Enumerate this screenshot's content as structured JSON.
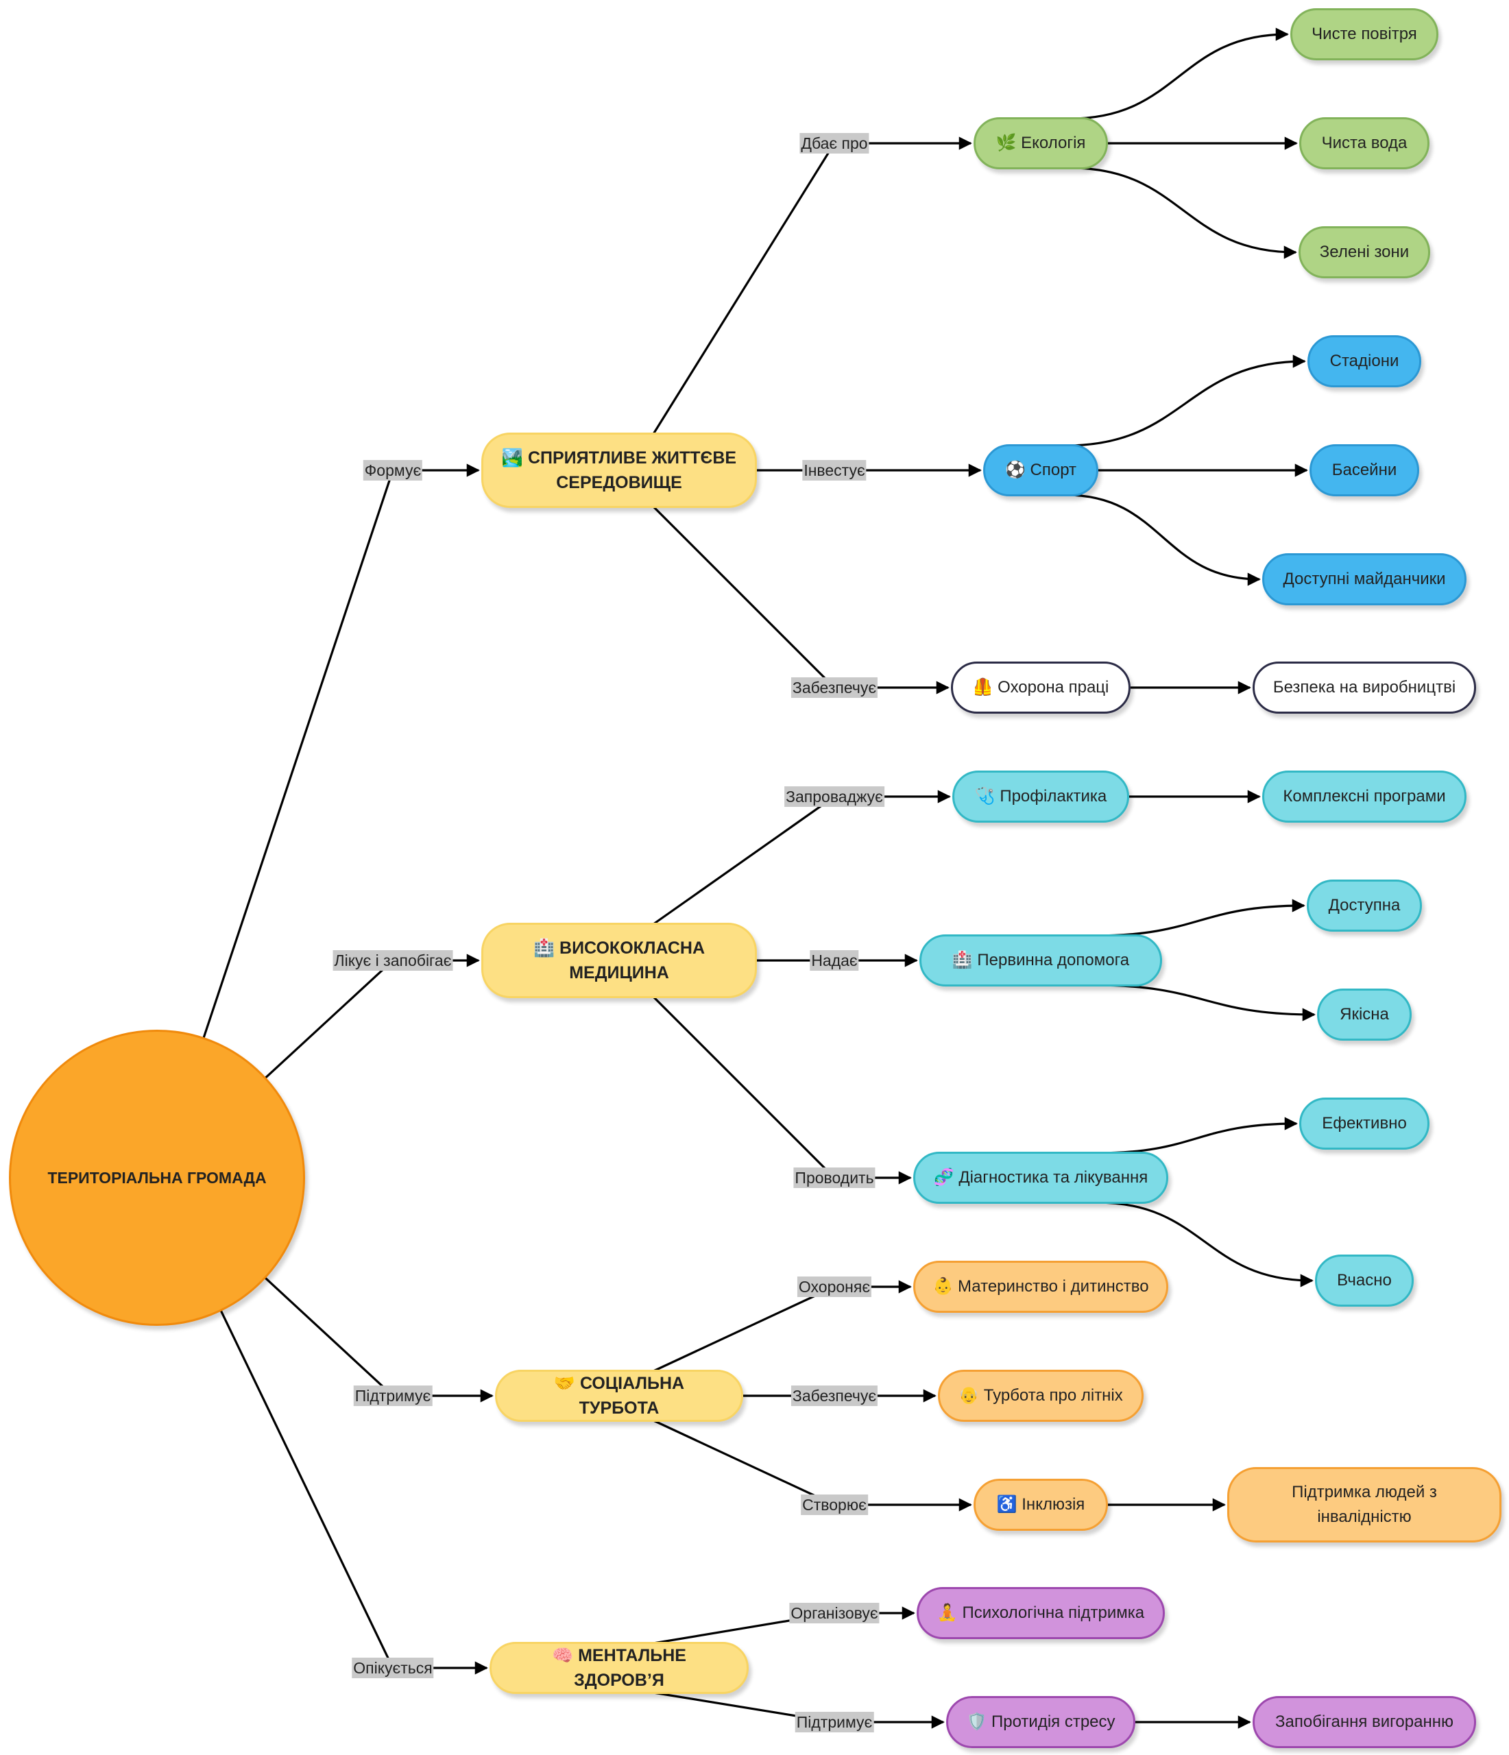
{
  "root": {
    "label": "ТЕРИТОРІАЛЬНА ГРОМАДА"
  },
  "categories": [
    {
      "id": "env",
      "icon": "🏞️",
      "label": "СПРИЯТЛИВЕ ЖИТТЄВЕ СЕРЕДОВИЩЕ",
      "edge_label": "Формує",
      "children": [
        {
          "id": "ecology",
          "icon": "🌿",
          "label": "Екологія",
          "edge_label": "Дбає про",
          "children": [
            "Чисте повітря",
            "Чиста вода",
            "Зелені зони"
          ]
        },
        {
          "id": "sport",
          "icon": "⚽",
          "label": "Спорт",
          "edge_label": "Інвестує",
          "children": [
            "Стадіони",
            "Басейни",
            "Доступні майданчики"
          ]
        },
        {
          "id": "labor",
          "icon": "🦺",
          "label": "Охорона праці",
          "edge_label": "Забезпечує",
          "children": [
            "Безпека на виробництві"
          ]
        }
      ]
    },
    {
      "id": "med",
      "icon": "🏥",
      "label": "ВИСОКОКЛАСНА МЕДИЦИНА",
      "edge_label": "Лікує і запобігає",
      "children": [
        {
          "id": "prevention",
          "icon": "🩺",
          "label": "Профілактика",
          "edge_label": "Запроваджує",
          "children": [
            "Комплексні програми"
          ]
        },
        {
          "id": "primary",
          "icon": "🏥",
          "label": "Первинна допомога",
          "edge_label": "Надає",
          "children": [
            "Доступна",
            "Якісна"
          ]
        },
        {
          "id": "diag",
          "icon": "🧬",
          "label": "Діагностика та лікування",
          "edge_label": "Проводить",
          "children": [
            "Ефективно",
            "Вчасно"
          ]
        }
      ]
    },
    {
      "id": "social",
      "icon": "🤝",
      "label": "СОЦІАЛЬНА ТУРБОТА",
      "edge_label": "Підтримує",
      "children": [
        {
          "id": "mother",
          "icon": "👶",
          "label": "Материнство і дитинство",
          "edge_label": "Охороняє",
          "children": []
        },
        {
          "id": "elderly",
          "icon": "👴",
          "label": "Турбота про літніх",
          "edge_label": "Забезпечує",
          "children": []
        },
        {
          "id": "inclusion",
          "icon": "♿",
          "label": "Інклюзія",
          "edge_label": "Створює",
          "children": [
            "Підтримка людей з інвалідністю"
          ]
        }
      ]
    },
    {
      "id": "mental",
      "icon": "🧠",
      "label": "МЕНТАЛЬНЕ ЗДОРОВ’Я",
      "edge_label": "Опікується",
      "children": [
        {
          "id": "psych",
          "icon": "🧘",
          "label": "Психологічна підтримка",
          "edge_label": "Організовує",
          "children": []
        },
        {
          "id": "stress",
          "icon": "🛡️",
          "label": "Протидія стресу",
          "edge_label": "Підтримує",
          "children": [
            "Запобігання вигоранню"
          ]
        }
      ]
    }
  ],
  "colors": {
    "root_fill": "#fba629",
    "category_fill": "#fde084",
    "ecology": "#afd485",
    "sport": "#44b6ef",
    "labor": "#ffffff",
    "medicine": "#7ddbe6",
    "social": "#fdcb80",
    "mental": "#d193dc",
    "edge_label_bg": "#c9c9c9"
  }
}
